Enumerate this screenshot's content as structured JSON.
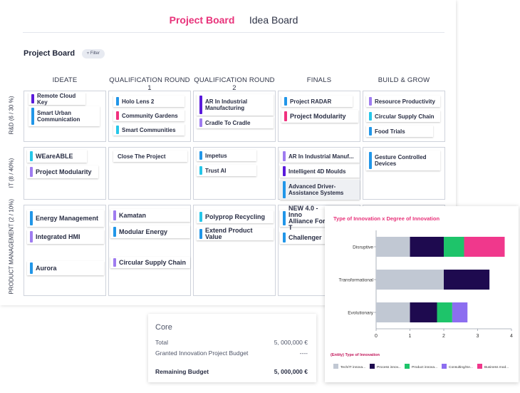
{
  "tabs": [
    {
      "label": "Project Board",
      "active": true
    },
    {
      "label": "Idea Board",
      "active": false
    }
  ],
  "board": {
    "title": "Project Board",
    "filter_label": "Filter",
    "columns": [
      "IDEATE",
      "QUALIFICATION ROUND 1",
      "QUALIFICATION ROUND 2",
      "FINALS",
      "BUILD & GROW"
    ],
    "rows": [
      "R&D (6 / 30 %)",
      "IT (8 / 40%)",
      "PRODUCT MANAGEMENT (2 / 10%)"
    ],
    "cells": {
      "r0c0": [
        {
          "text": "Remote Cloud Key",
          "color": "#5a1adb"
        },
        {
          "text": "Smart Urban Communication",
          "color": "#2196e8"
        }
      ],
      "r0c1": [
        {
          "text": "Holo Lens 2",
          "color": "#2196e8"
        },
        {
          "text": "Community Gardens",
          "color": "#f0317e"
        },
        {
          "text": "Smart Communities",
          "color": "#26c6e8"
        }
      ],
      "r0c2": [
        {
          "text": "AR In Industrial Manufacturing",
          "color": "#5a1adb"
        },
        {
          "text": "Cradle To Cradle",
          "color": "#9f7cf0"
        }
      ],
      "r0c3": [
        {
          "text": "Project RADAR",
          "color": "#2196e8"
        },
        {
          "text": "Project Modularity",
          "color": "#f0317e"
        }
      ],
      "r0c4": [
        {
          "text": "Resource Productivity",
          "color": "#9f7cf0"
        },
        {
          "text": "Circular Supply Chain",
          "color": "#26c6e8"
        },
        {
          "text": "Food Trials",
          "color": "#2196e8"
        }
      ],
      "r1c0": [
        {
          "text": "WEareABLE",
          "color": "#26c6e8"
        },
        {
          "text": "Project Modularity",
          "color": "#9f7cf0"
        }
      ],
      "r1c1": [
        {
          "text": "Close The Project",
          "color": ""
        }
      ],
      "r1c2": [
        {
          "text": "Impetus",
          "color": "#2196e8"
        },
        {
          "text": "Trust AI",
          "color": "#26c6e8"
        }
      ],
      "r1c3": [
        {
          "text": "AR In Industrial Manuf...",
          "color": "#9f7cf0"
        },
        {
          "text": "Intelligent 4D Moulds",
          "color": "#5a1adb"
        },
        {
          "text": "Advanced Driver-Assistance Systems",
          "color": "#2196e8"
        }
      ],
      "r1c4": [
        {
          "text": "Gesture Controlled Devices",
          "color": "#2196e8"
        }
      ],
      "r2c0": [
        {
          "text": "Energy Management",
          "color": "#2196e8"
        },
        {
          "text": "Integrated HMI",
          "color": "#9f7cf0"
        },
        {
          "text": "Aurora",
          "color": "#2196e8"
        }
      ],
      "r2c1": [
        {
          "text": "Kamatan",
          "color": "#9f7cf0"
        },
        {
          "text": "Modular Energy",
          "color": "#2196e8"
        },
        {
          "text": "Circular Supply Chain",
          "color": "#9f7cf0"
        }
      ],
      "r2c2": [
        {
          "text": "Polyprop Recycling",
          "color": "#26c6e8"
        },
        {
          "text": "Extend Product Value",
          "color": "#2196e8"
        }
      ],
      "r2c3": [
        {
          "text": "NEW 4.0 - Inno Alliance For T",
          "color": "#2196e8"
        },
        {
          "text": "Challenger",
          "color": "#2196e8"
        }
      ]
    }
  },
  "budget": {
    "title": "Core",
    "total_label": "Total",
    "total_value": "5, 000,000 €",
    "granted_label": "Granted Innovation Project Budget",
    "granted_value": "----",
    "remaining_label": "Remaining Budget",
    "remaining_value": "5, 000,000 €"
  },
  "chart_data": {
    "type": "bar",
    "orientation": "horizontal",
    "stacked": true,
    "title": "Type of Innovation x Degree of Innovation",
    "title_color": "#e8327a",
    "categories": [
      "Disruptive",
      "Transformational",
      "Evolutionary"
    ],
    "xlim": [
      0,
      4
    ],
    "xticks": [
      0,
      1,
      2,
      3,
      4
    ],
    "legend_title": "(Entity) Type of Innovation",
    "legend_placement": "bottom",
    "series": [
      {
        "name": "Tech/IT innova...",
        "color": "#c1c8d3",
        "values": [
          1,
          2,
          1
        ]
      },
      {
        "name": "Process innov...",
        "color": "#1e0a4f",
        "values": [
          1,
          1.35,
          0.8
        ]
      },
      {
        "name": "Product innova...",
        "color": "#1ec46a",
        "values": [
          0.6,
          0,
          0.45
        ]
      },
      {
        "name": "Consulting/Se...",
        "color": "#8c6ef0",
        "values": [
          0,
          0,
          0.45
        ]
      },
      {
        "name": "Business mod...",
        "color": "#f0388c",
        "values": [
          1.2,
          0,
          0
        ]
      }
    ]
  }
}
